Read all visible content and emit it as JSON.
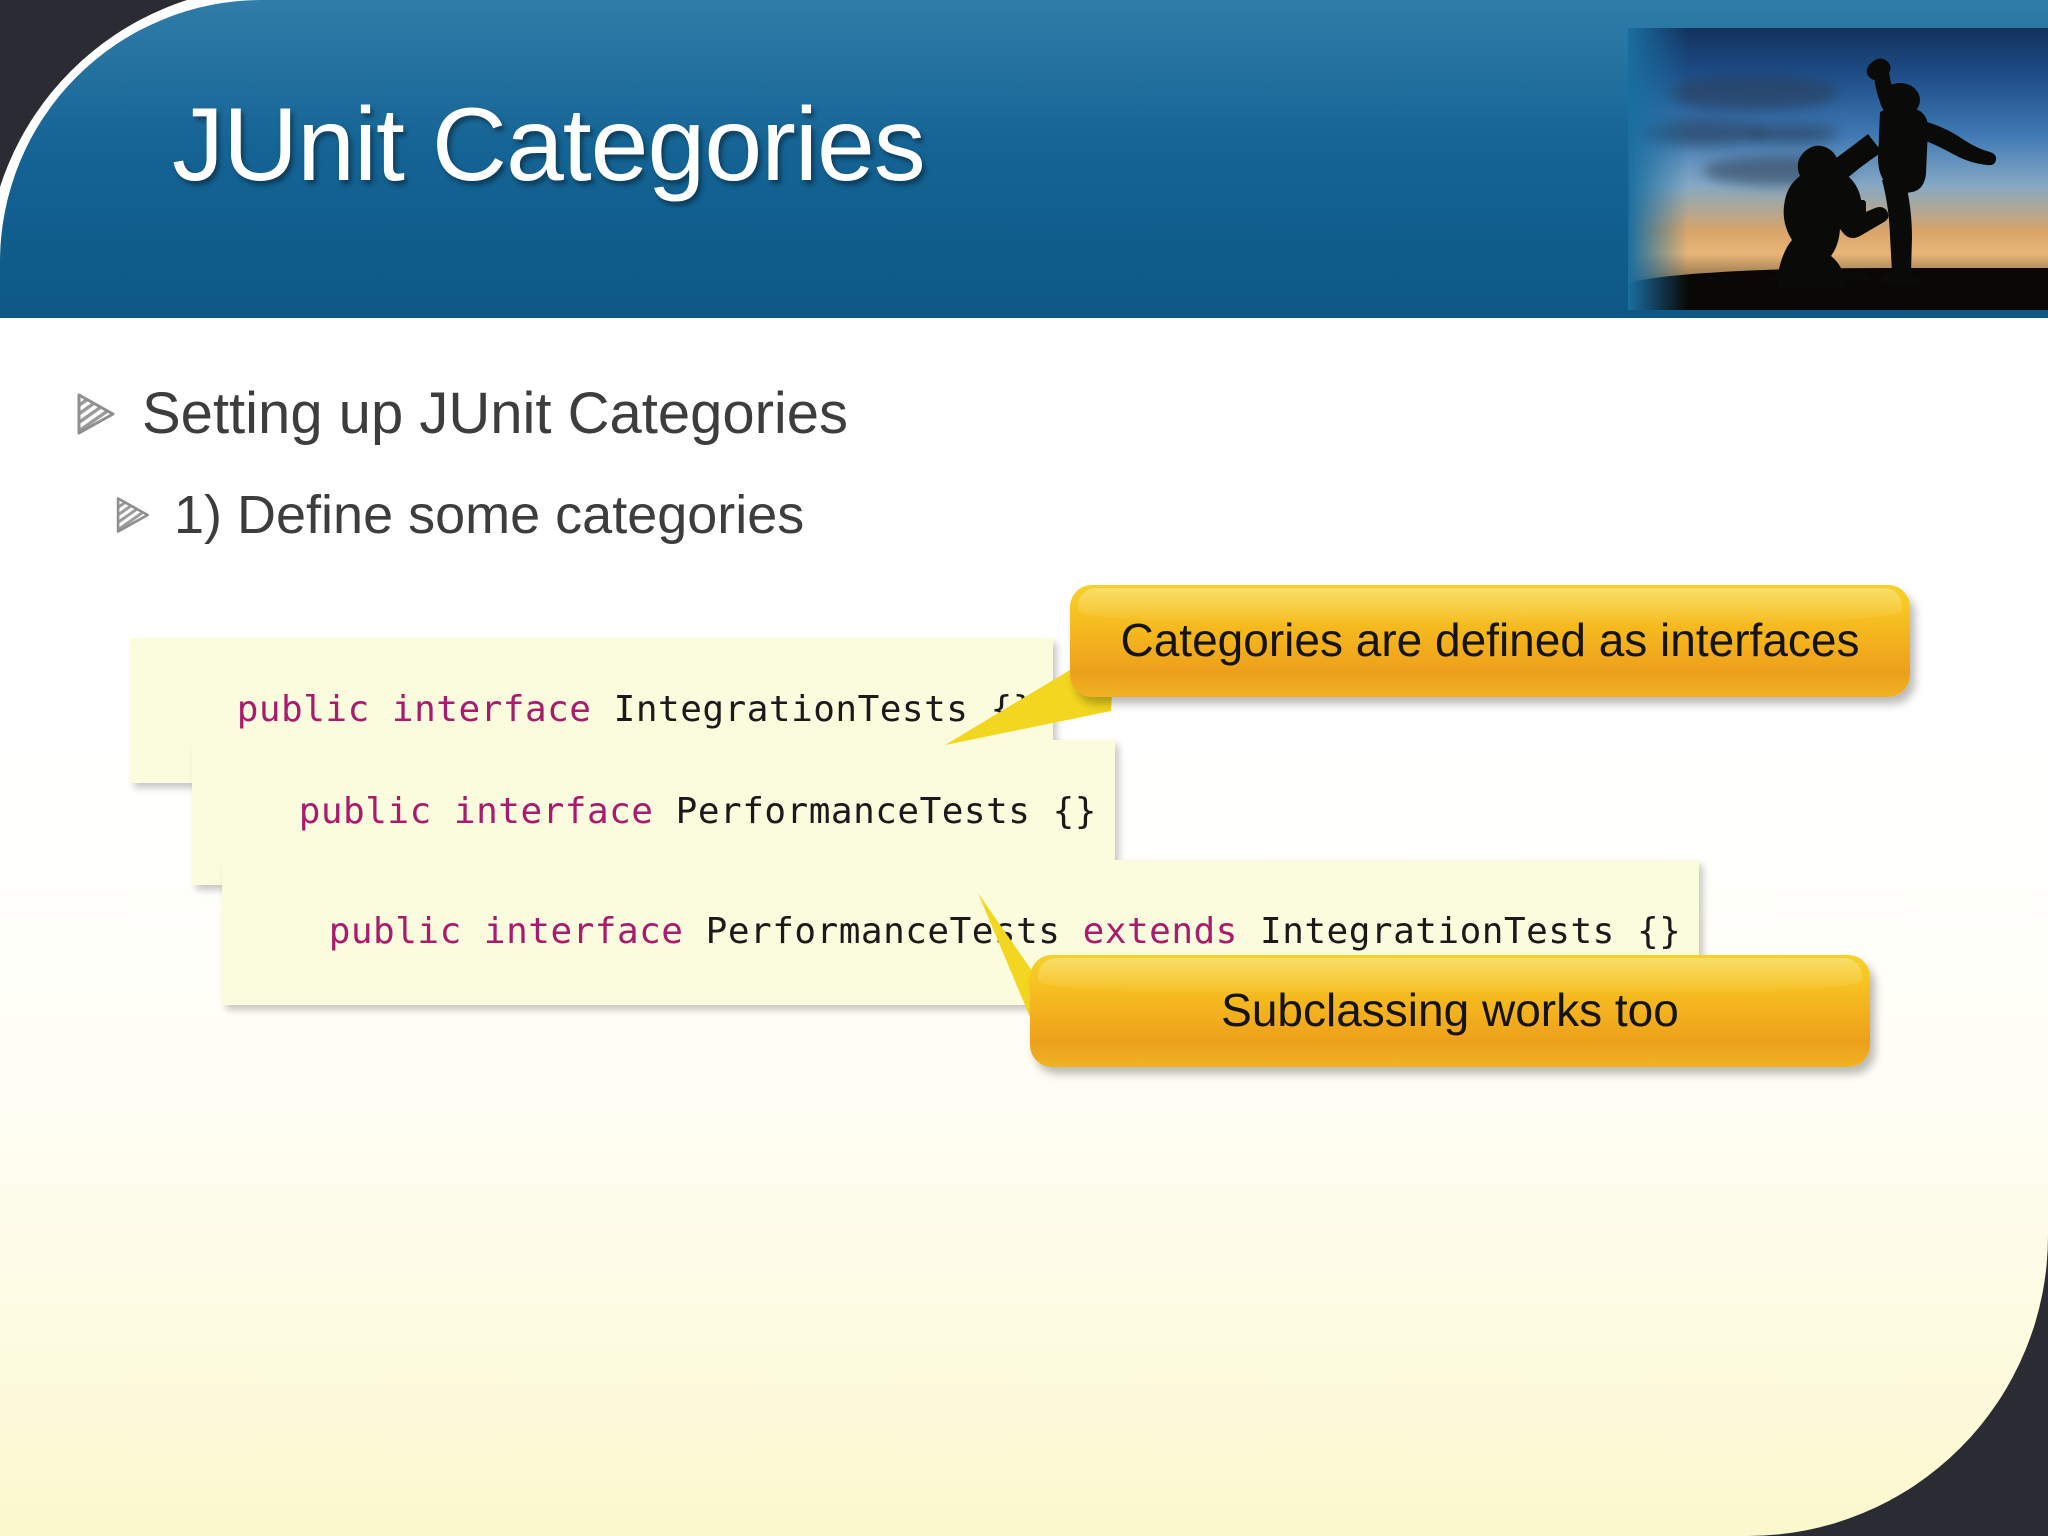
{
  "slide": {
    "title": "JUnit Categories",
    "header_photo_alt": "silhouette-sunset-photo"
  },
  "bullets": [
    {
      "marker": "striped-triangle-bullet-icon",
      "text": "Setting up JUnit Categories",
      "level": 1
    },
    {
      "marker": "striped-triangle-bullet-icon",
      "text": "1) Define some categories",
      "level": 2
    }
  ],
  "code_blocks": [
    {
      "id": "code-1",
      "text": "public interface IntegrationTests {}",
      "tokens": [
        {
          "t": "public interface ",
          "kind": "keyword"
        },
        {
          "t": "IntegrationTests {}",
          "kind": "plain"
        }
      ]
    },
    {
      "id": "code-2",
      "text": "public interface PerformanceTests {}",
      "tokens": [
        {
          "t": "public interface ",
          "kind": "keyword"
        },
        {
          "t": "PerformanceTests {}",
          "kind": "plain"
        }
      ]
    },
    {
      "id": "code-3",
      "text": "public interface PerformanceTests extends IntegrationTests {}",
      "tokens": [
        {
          "t": "public interface ",
          "kind": "keyword"
        },
        {
          "t": "PerformanceTests ",
          "kind": "plain"
        },
        {
          "t": "extends ",
          "kind": "keyword"
        },
        {
          "t": "IntegrationTests {}",
          "kind": "plain"
        }
      ]
    }
  ],
  "callouts": [
    {
      "id": "callout-1",
      "text": "Categories are defined as interfaces",
      "tail": "left-down"
    },
    {
      "id": "callout-2",
      "text": "Subclassing works too",
      "tail": "up-left"
    }
  ],
  "colors": {
    "header_blue_top": "#1a6e9f",
    "header_blue_bottom": "#0d5885",
    "page_background": "#2b2b33",
    "body_top": "#ffffff",
    "body_bottom": "#fbf8cd",
    "code_background": "#fbfbdd",
    "code_keyword": "#a81b6d",
    "code_plain": "#1a1a1a",
    "callout_yellow": "#f5d12a",
    "callout_orange": "#eda01b",
    "bullet_gray": "#9a9a9a",
    "body_text": "#3d3d3d",
    "title_text": "#ffffff"
  }
}
